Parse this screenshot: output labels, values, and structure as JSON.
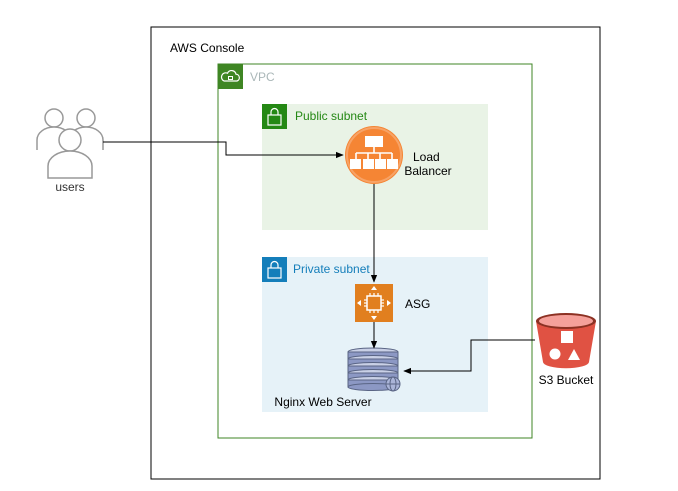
{
  "labels": {
    "console": "AWS Console",
    "vpc": "VPC",
    "public_subnet": "Public subnet",
    "private_subnet": "Private subnet",
    "users": "users",
    "load_balancer_line1": "Load",
    "load_balancer_line2": "Balancer",
    "asg": "ASG",
    "web_server": "Nginx Web Server",
    "s3": "S3 Bucket"
  },
  "colors": {
    "vpc_border": "#3f8624",
    "public_fill": "#e9f3e6",
    "public_text": "#248814",
    "private_fill": "#e6f2f8",
    "private_text": "#147eba",
    "elb_orange": "#f58534",
    "asg_orange": "#e17f1f",
    "s3_red": "#e05243",
    "users_gray": "#999999",
    "server_slate": "#7d8ab8"
  },
  "icons": [
    "vpc-cloud-icon",
    "public-subnet-lock-icon",
    "private-subnet-lock-icon",
    "users-icon",
    "load-balancer-icon",
    "asg-icon",
    "server-icon",
    "s3-bucket-icon"
  ]
}
